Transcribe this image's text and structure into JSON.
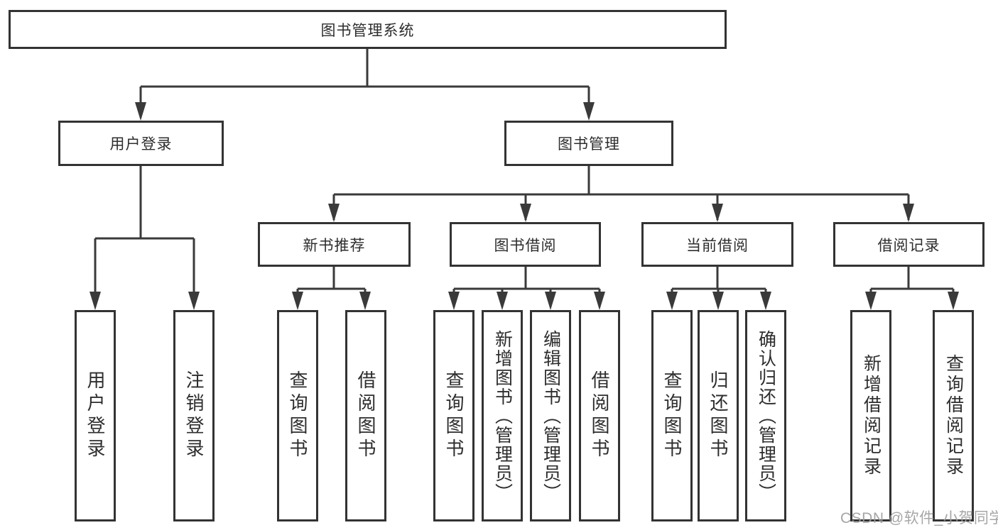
{
  "tree": {
    "root": "图书管理系统",
    "level2": [
      "用户登录",
      "图书管理"
    ],
    "manage_children": [
      "新书推荐",
      "图书借阅",
      "当前借阅",
      "借阅记录"
    ],
    "login_leaves": [
      "用户登录",
      "注销登录"
    ],
    "recommend_leaves": [
      "查询图书",
      "借阅图书"
    ],
    "borrow_leaves": [
      "查询图书",
      "新增图书（管理员）",
      "编辑图书（管理员）",
      "借阅图书"
    ],
    "current_leaves": [
      "查询图书",
      "归还图书",
      "确认归还（管理员）"
    ],
    "records_leaves": [
      "新增借阅记录",
      "查询借阅记录"
    ]
  },
  "watermark": "CSDN @软件_小贺同学",
  "colors": {
    "line": "#3a3a3a",
    "border": "#333333",
    "text": "#2d2d2d",
    "watermark_gray": "#9e9e9e",
    "background": "#ffffff"
  }
}
